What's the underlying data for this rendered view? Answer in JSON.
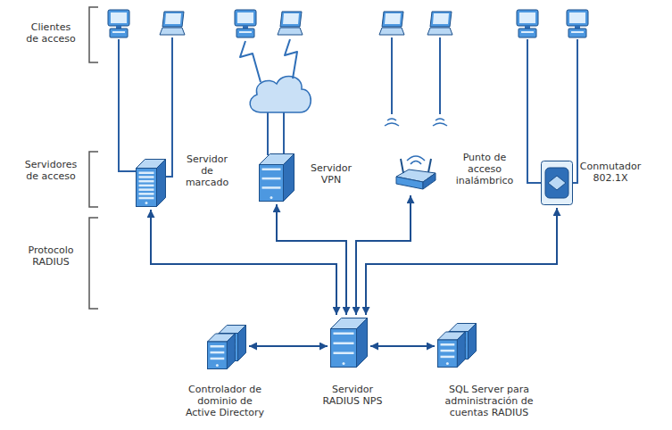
{
  "diagram": {
    "nodes": [
      {
        "text": [
          "Servidor de marcado"
        ]
      },
      {
        "text": [
          "Servidor VPN"
        ]
      },
      {
        "text": [
          "Punto de acceso inalámbrico"
        ]
      },
      {
        "text": [
          "Conmutador 802.1X"
        ]
      },
      {
        "text": [
          "Controlador de dominio de Active Directory"
        ]
      },
      {
        "text": [
          "Servidor RADIUS NPS"
        ]
      },
      {
        "text": [
          "SQL Server para administración de cuentas RADIUS"
        ]
      }
    ],
    "edges": [
      {
        "from": 5,
        "to": 0,
        "arrow": "both"
      },
      {
        "from": 5,
        "to": 1,
        "arrow": "both"
      },
      {
        "from": 5,
        "to": 2,
        "arrow": "both"
      },
      {
        "from": 5,
        "to": 3,
        "arrow": "both"
      },
      {
        "from": 4,
        "to": 5,
        "arrow": "both"
      },
      {
        "from": 5,
        "to": 6,
        "arrow": "both"
      }
    ],
    "labels": [
      "Clientes de acceso",
      "Servidores de acceso",
      "Protocolo RADIUS"
    ]
  }
}
